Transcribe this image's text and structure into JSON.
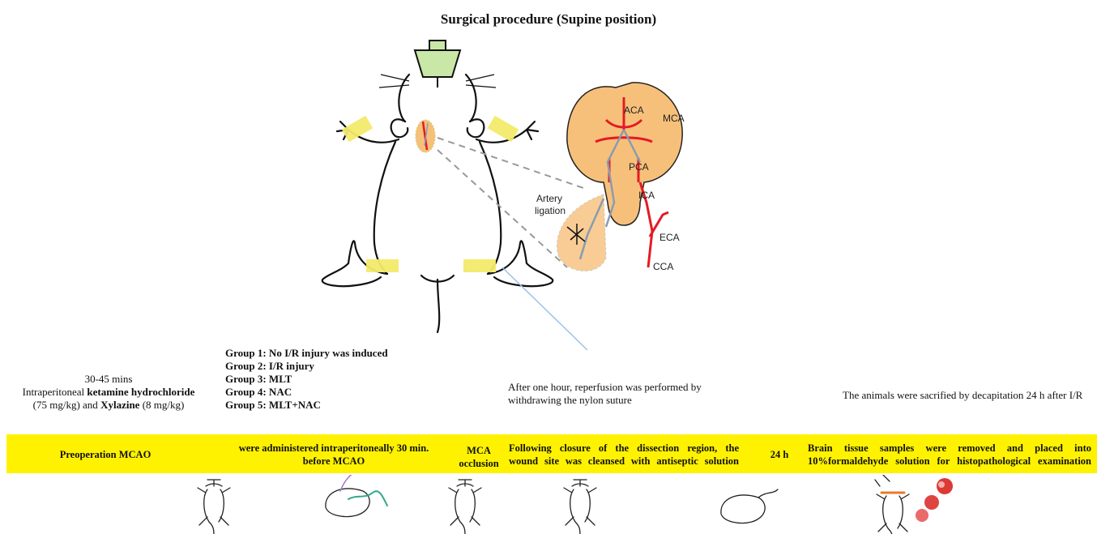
{
  "title": "Surgical procedure (Supine position)",
  "brain_labels": {
    "aca": "ACA",
    "mca": "MCA",
    "pca": "PCA",
    "ica": "ICA",
    "eca": "ECA",
    "cca": "CCA",
    "ligation_line1": "Artery",
    "ligation_line2": "ligation"
  },
  "anesthesia": {
    "time": "30-45 mins",
    "line2_prefix": "Intraperitoneal ",
    "line2_bold": "ketamine hydrochloride",
    "line3_prefix": "(75 mg/kg) and ",
    "line3_bold": "Xylazine",
    "line3_suffix": " (8 mg/kg)"
  },
  "groups": [
    "Group 1: No I/R injury was induced",
    "Group 2: I/R injury",
    "Group 3: MLT",
    "Group 4: NAC",
    "Group 5: MLT+NAC"
  ],
  "reperfusion_note": {
    "line1": "After one hour, reperfusion was performed by",
    "line2": "withdrawing the nylon suture"
  },
  "sacrifice_note": "The animals were sacrified by decapitation 24 h after I/R",
  "timeline": {
    "step1": "Preoperation MCAO",
    "step2_line1": "were administered intraperitoneally 30 min.",
    "step2_line2": "before MCAO",
    "step3_line1": "MCA",
    "step3_line2": "occlusion",
    "step4_line1": "Following closure of the dissection region, the",
    "step4_line2": "wound site was cleansed with antiseptic solution",
    "step5": "24 h",
    "step6_line1": "Brain tissue samples were removed and placed into",
    "step6_line2": "10%formaldehyde solution for histopathological examination"
  },
  "colors": {
    "band": "#fff200",
    "tape": "#f3ea6b",
    "brain": "#f7c07a",
    "artery_red": "#e31b23",
    "artery_grey": "#8a9bb0",
    "suture_blue": "#9cc3e6",
    "zoom_dash": "#999999"
  }
}
